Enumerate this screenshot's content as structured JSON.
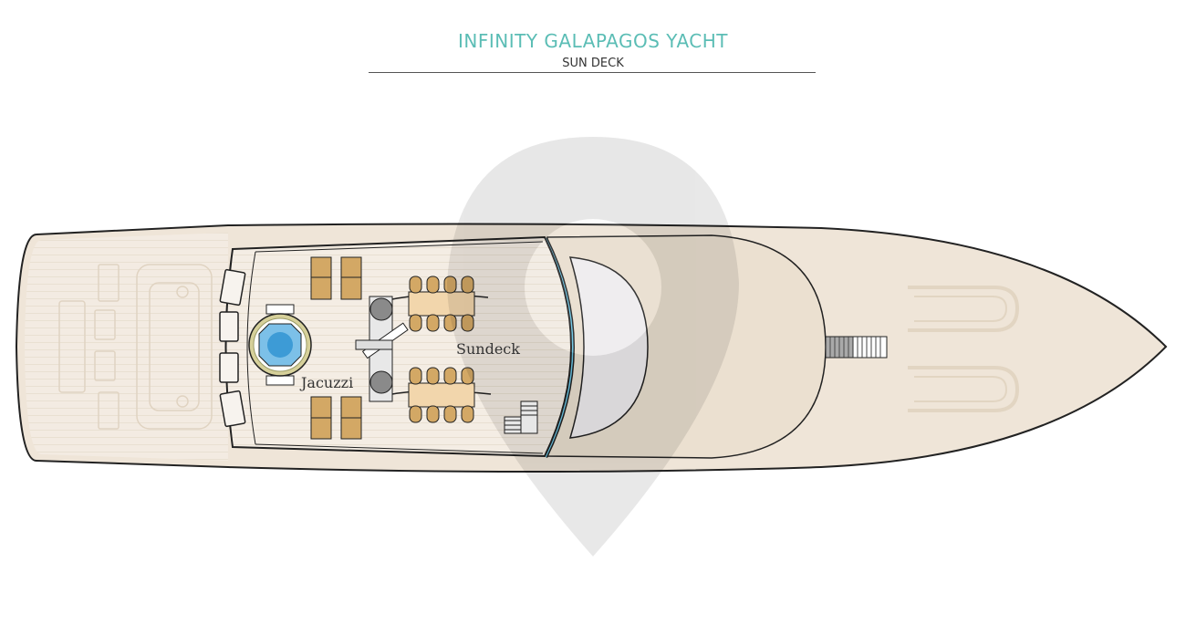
{
  "header": {
    "title": "INFINITY GALAPAGOS YACHT",
    "subtitle": "SUN DECK"
  },
  "deck": {
    "areas": [
      {
        "id": "jacuzzi",
        "label": "Jacuzzi"
      },
      {
        "id": "sundeck",
        "label": "Sundeck"
      }
    ]
  },
  "colors": {
    "title": "#5bbdb5",
    "hull": "#efe5d8",
    "deck_wood": "#f3ece3",
    "lounger": "#d3a865",
    "water": "#3d9bd6",
    "glass": "#6cc7e6"
  },
  "icons": {
    "watermark": "map-pin-icon",
    "stairs": "stairs-icon"
  }
}
